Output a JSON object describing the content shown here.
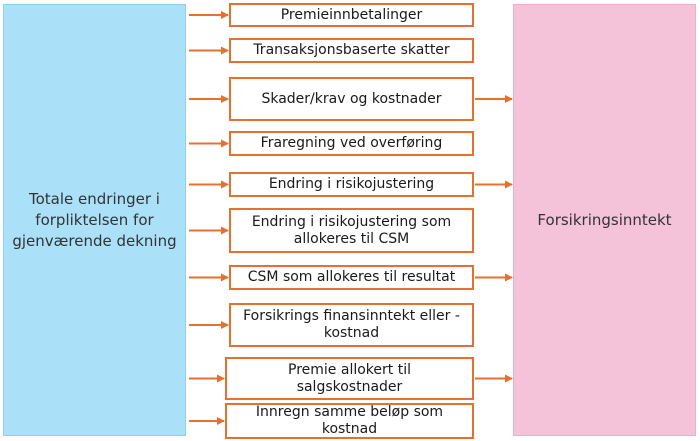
{
  "left_panel": {
    "label": "Totale endringer i\nforpliktelsen for\ngjenværende dekning"
  },
  "right_panel": {
    "label": "Forsikringsinntekt"
  },
  "items": [
    {
      "label": "Premieinnbetalinger",
      "to_revenue": false
    },
    {
      "label": "Transaksjonsbaserte skatter",
      "to_revenue": false
    },
    {
      "label": "Skader/krav og kostnader",
      "to_revenue": true
    },
    {
      "label": "Fraregning ved overføring",
      "to_revenue": false
    },
    {
      "label": "Endring i risikojustering",
      "to_revenue": true
    },
    {
      "label": "Endring i risikojustering som allokeres til CSM",
      "to_revenue": false
    },
    {
      "label": "CSM som allokeres til resultat",
      "to_revenue": true
    },
    {
      "label": "Forsikrings finansinntekt eller - kostnad",
      "to_revenue": false
    },
    {
      "label": "Premie allokert til salgskostnader",
      "to_revenue": true
    },
    {
      "label": "Innregn samme beløp som kostnad",
      "to_revenue": false
    }
  ],
  "colors": {
    "box_border": "#e4712f",
    "arrow": "#e4712f",
    "left_fill": "#abe0f9",
    "right_fill": "#f5c3d9"
  }
}
